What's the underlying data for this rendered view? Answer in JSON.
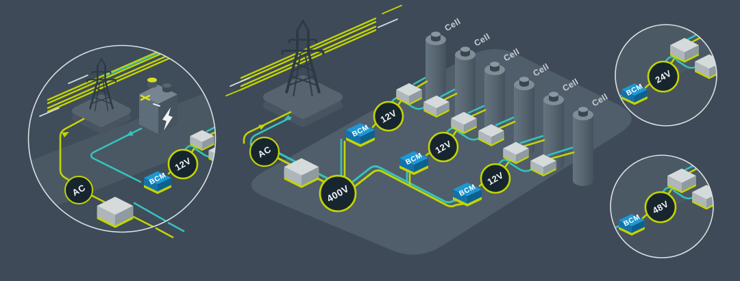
{
  "illustration": {
    "palette": {
      "background": "#3e4a58",
      "platform": "#4f5e6a",
      "wire_yellow": "#c3d500",
      "wire_teal": "#36c3bd",
      "bcm_blue": "#1e97d4",
      "node_fill": "#17252f",
      "node_ring": "#c3d500",
      "vignette_outline": "#dce1e5",
      "box_white": "#d5dadb",
      "label_grey": "#c9ced3"
    },
    "left_vignette": {
      "ac": "AC",
      "bcm": "BCM",
      "voltage": "12V"
    },
    "grid": {
      "ac": "AC",
      "dc_bus": "400V"
    },
    "packs": [
      {
        "bcm": "BCM",
        "voltage": "12V",
        "cells": [
          "Cell",
          "Cell"
        ]
      },
      {
        "bcm": "BCM",
        "voltage": "12V",
        "cells": [
          "Cell",
          "Cell"
        ]
      },
      {
        "bcm": "BCM",
        "voltage": "12V",
        "cells": [
          "Cell",
          "Cell"
        ]
      }
    ],
    "variant_24v": {
      "bcm": "BCM",
      "voltage": "24V"
    },
    "variant_48v": {
      "bcm": "BCM",
      "voltage": "48V"
    }
  }
}
